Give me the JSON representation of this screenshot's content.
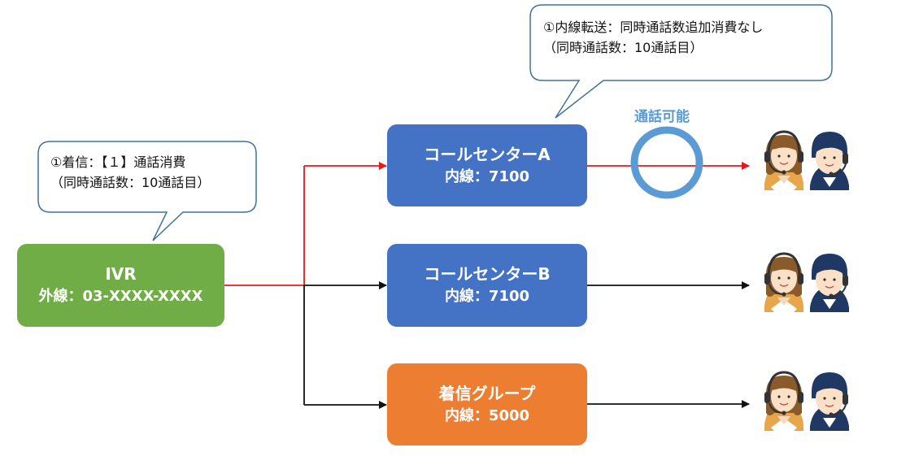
{
  "callouts": {
    "ivr_note": {
      "line1": "①着信：【１】通話消費",
      "line2": "（同時通話数：10通話目）"
    },
    "transfer_note": {
      "line1": "①内線転送：同時通話数追加消費なし",
      "line2": "（同時通話数：10通話目）"
    }
  },
  "nodes": {
    "ivr": {
      "title": "IVR",
      "subtitle": "外線：03-XXXX-XXXX"
    },
    "call_center_a": {
      "title": "コールセンターA",
      "subtitle": "内線：7100"
    },
    "call_center_b": {
      "title": "コールセンターB",
      "subtitle": "内線：7100"
    },
    "ring_group": {
      "title": "着信グループ",
      "subtitle": "内線：5000"
    }
  },
  "status": {
    "label": "通話可能"
  },
  "colors": {
    "active_path": "#e8191c",
    "inactive_path": "#111111",
    "node_blue": "#4472c4",
    "node_green": "#70ad47",
    "node_orange": "#ed7d31",
    "status_ring": "#5b9bd5"
  },
  "icons": [
    "operator-agents-icon"
  ]
}
